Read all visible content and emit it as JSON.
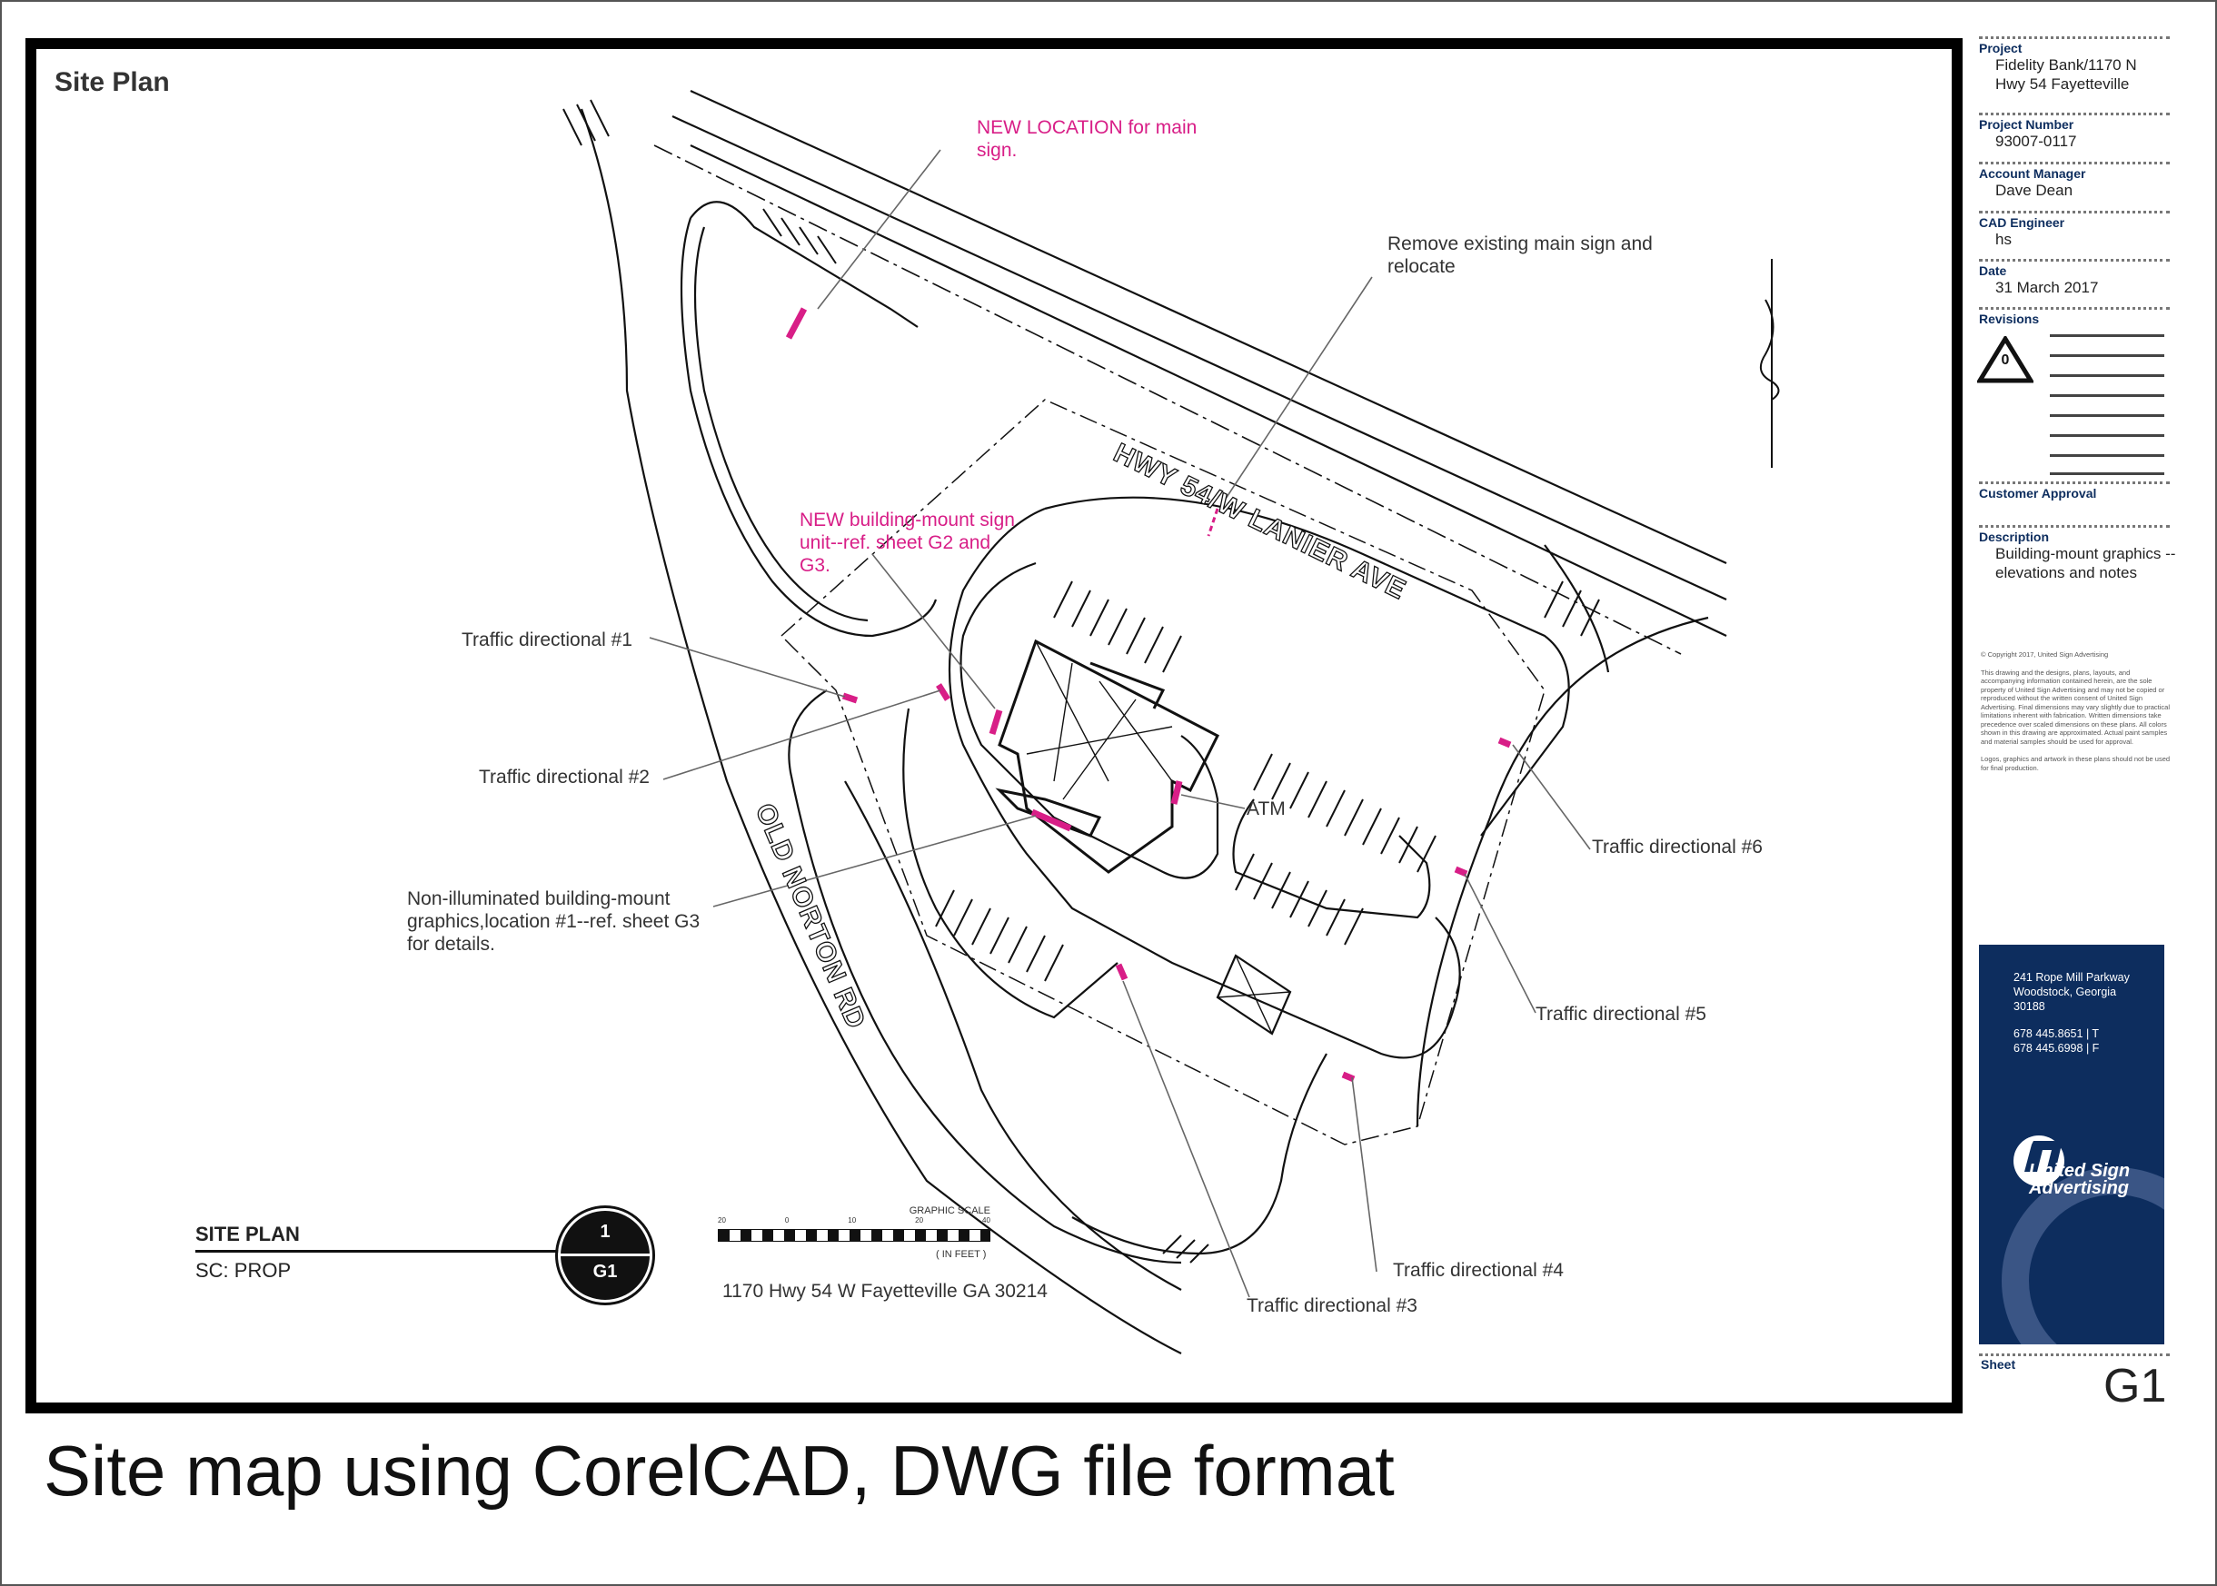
{
  "sheet_label": "Site Plan",
  "caption": "Site map using CorelCAD, DWG file format",
  "plan": {
    "road_hwy": "HWY 54/W LANIER AVE",
    "road_norton": "OLD NORTON RD",
    "atm": "ATM",
    "address": "1170 Hwy 54 W Fayetteville GA 30214",
    "scale_title": "GRAPHIC SCALE",
    "scale_unit": "( IN FEET )",
    "scale_ticks": [
      "20",
      "0",
      "10",
      "20",
      "40"
    ],
    "site_plan_title": "SITE PLAN",
    "site_plan_scale": "SC: PROP",
    "bubble_top": "1",
    "bubble_bottom": "G1"
  },
  "notes": {
    "new_location": "NEW LOCATION for main sign.",
    "remove_sign": "Remove existing main sign and relocate",
    "new_building": "NEW building-mount sign unit--ref. sheet G2 and G3.",
    "td1": "Traffic directional #1",
    "td2": "Traffic directional #2",
    "td3": "Traffic directional #3",
    "td4": "Traffic directional #4",
    "td5": "Traffic directional #5",
    "td6": "Traffic directional #6",
    "non_illuminated": "Non-illuminated building-mount graphics,location #1--ref. sheet G3 for details."
  },
  "title_block": {
    "project_label": "Project",
    "project_value": "Fidelity Bank/1170 N Hwy 54 Fayetteville",
    "project_number_label": "Project Number",
    "project_number_value": "93007-0117",
    "account_manager_label": "Account Manager",
    "account_manager_value": "Dave Dean",
    "cad_engineer_label": "CAD Engineer",
    "cad_engineer_value": "hs",
    "date_label": "Date",
    "date_value": "31 March 2017",
    "revisions_label": "Revisions",
    "revision_number": "0",
    "customer_approval_label": "Customer Approval",
    "description_label": "Description",
    "description_value": "Building-mount graphics --elevations and notes",
    "copyright": "© Copyright 2017, United Sign Advertising",
    "fineprint": "This drawing and the designs, plans, layouts, and accompanying information contained herein, are the sole property of United Sign Advertising and may not be copied or reproduced without the written consent of United Sign Advertising. Final dimensions may vary slightly due to practical limitations inherent with fabrication. Written dimensions take precedence over scaled dimensions on these plans. All colors shown in this drawing are approximated. Actual paint samples and material samples should be used for approval.",
    "fineprint2": "Logos, graphics and artwork in these plans should not be used for final production.",
    "address_line1": "241 Rope Mill Parkway",
    "address_line2": "Woodstock, Georgia",
    "address_line3": "30188",
    "phone": "678 445.8651 | T",
    "fax": "678 445.6998 | F",
    "brand": "United Sign Advertising",
    "sheet_label": "Sheet",
    "sheet_number": "G1"
  },
  "colors": {
    "accent_pink": "#d81e87",
    "brand_navy": "#0d2d5e"
  }
}
